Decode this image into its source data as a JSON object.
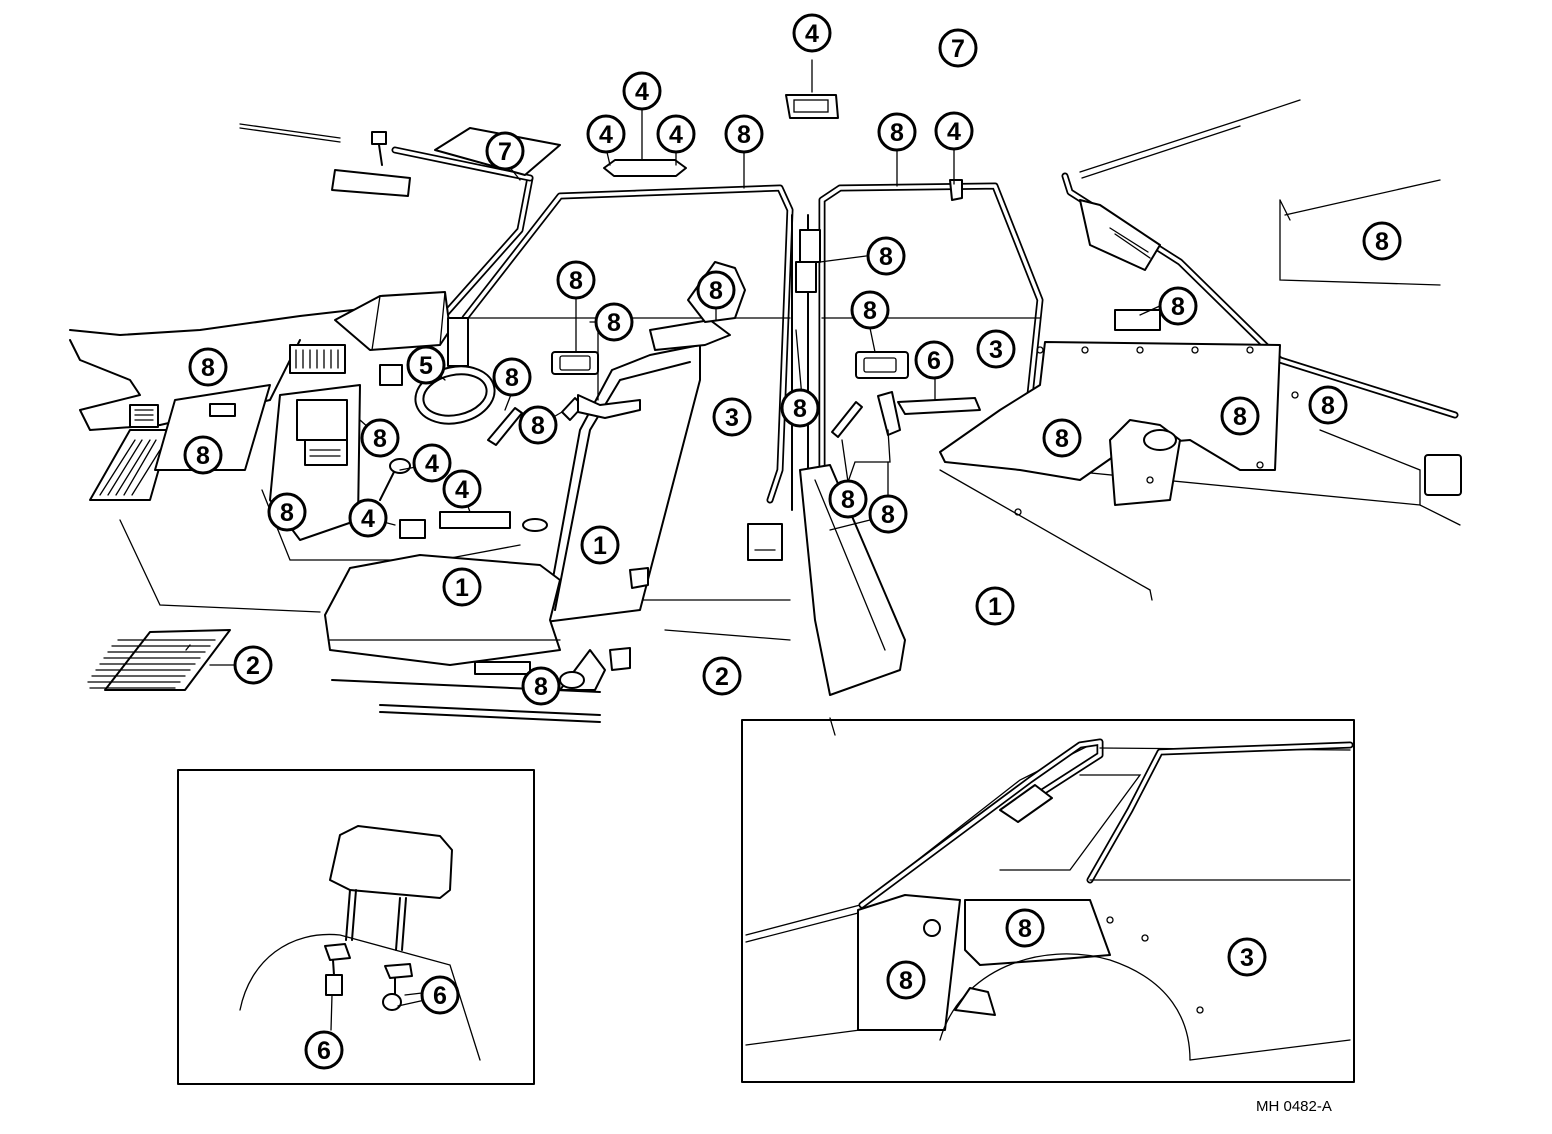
{
  "figure": {
    "code": "MH  0482-A"
  },
  "callouts": [
    {
      "id": "c-4-a",
      "label": "4"
    },
    {
      "id": "c-7-a",
      "label": "7"
    },
    {
      "id": "c-4-b",
      "label": "4"
    },
    {
      "id": "c-4-c",
      "label": "4"
    },
    {
      "id": "c-4-d",
      "label": "4"
    },
    {
      "id": "c-8-a",
      "label": "8"
    },
    {
      "id": "c-8-b",
      "label": "8"
    },
    {
      "id": "c-4-e",
      "label": "4"
    },
    {
      "id": "c-7-b",
      "label": "7"
    },
    {
      "id": "c-8-c",
      "label": "8"
    },
    {
      "id": "c-8-d",
      "label": "8"
    },
    {
      "id": "c-8-e",
      "label": "8"
    },
    {
      "id": "c-8-f",
      "label": "8"
    },
    {
      "id": "c-8-g",
      "label": "8"
    },
    {
      "id": "c-8-h",
      "label": "8"
    },
    {
      "id": "c-8-i",
      "label": "8"
    },
    {
      "id": "c-5",
      "label": "5"
    },
    {
      "id": "c-8-j",
      "label": "8"
    },
    {
      "id": "c-8-k",
      "label": "8"
    },
    {
      "id": "c-3-a",
      "label": "3"
    },
    {
      "id": "c-8-l",
      "label": "8"
    },
    {
      "id": "c-8-m",
      "label": "8"
    },
    {
      "id": "c-6-a",
      "label": "6"
    },
    {
      "id": "c-3-b",
      "label": "3"
    },
    {
      "id": "c-8-n",
      "label": "8"
    },
    {
      "id": "c-8-o",
      "label": "8"
    },
    {
      "id": "c-8-p",
      "label": "8"
    },
    {
      "id": "c-8-q",
      "label": "8"
    },
    {
      "id": "c-8-r",
      "label": "8"
    },
    {
      "id": "c-4-f",
      "label": "4"
    },
    {
      "id": "c-4-g",
      "label": "4"
    },
    {
      "id": "c-4-h",
      "label": "4"
    },
    {
      "id": "c-8-s",
      "label": "8"
    },
    {
      "id": "c-8-t",
      "label": "8"
    },
    {
      "id": "c-8-u",
      "label": "8"
    },
    {
      "id": "c-1-a",
      "label": "1"
    },
    {
      "id": "c-1-b",
      "label": "1"
    },
    {
      "id": "c-1-c",
      "label": "1"
    },
    {
      "id": "c-2-a",
      "label": "2"
    },
    {
      "id": "c-2-b",
      "label": "2"
    },
    {
      "id": "c-8-v",
      "label": "8"
    },
    {
      "id": "c-6-b",
      "label": "6"
    },
    {
      "id": "c-6-c",
      "label": "6"
    },
    {
      "id": "c-8-w",
      "label": "8"
    },
    {
      "id": "c-8-x",
      "label": "8"
    },
    {
      "id": "c-3-c",
      "label": "3"
    }
  ]
}
